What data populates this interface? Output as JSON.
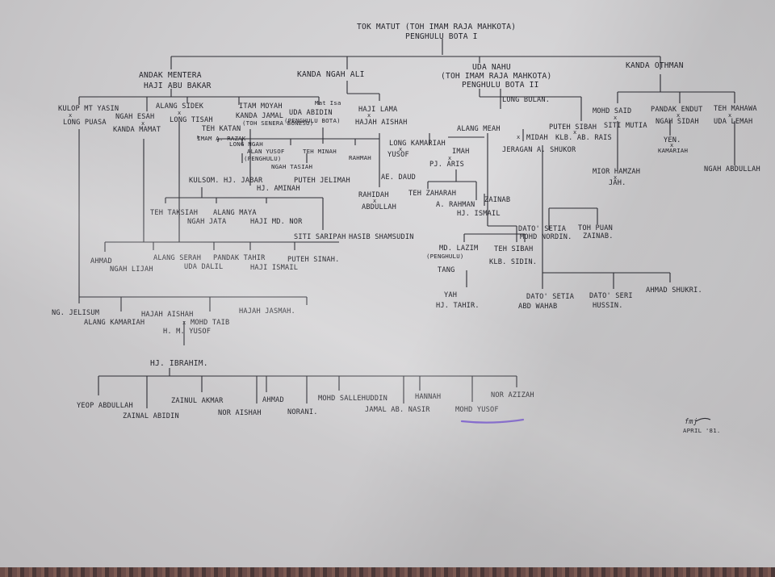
{
  "root": {
    "line1": "TOK MATUT (TOH IMAM RAJA MAHKOTA)",
    "line2": "PENGHULU BOTA I"
  },
  "gen1": {
    "andak": {
      "line1": "ANDAK MENTERA",
      "line2": "HAJI ABU BAKAR"
    },
    "kanda_ngah_ali": "KANDA NGAH ALI",
    "uda_nahu": {
      "line1": "UDA NAHU",
      "line2": "(TOH IMAM RAJA MAHKOTA)",
      "line3": "PENGHULU BOTA II"
    },
    "kanda_othman": "KANDA OTHMAN"
  },
  "andak_children": {
    "kulop": "KULOP MT YASIN",
    "long_pusa": "LONG PUASA",
    "ngah_esah": "NGAH ESAH",
    "kanda_mamat": "KANDA MAMAT",
    "alang_sidek": "ALANG SIDEK",
    "long_tisah": "LONG TISAH",
    "teh_katan": "TEH KATAN",
    "itam_moyah": "ITAM MOYAH",
    "kanda_jamal": "KANDA JAMAL",
    "toh_senera": "(TOH SENERA BONESU)",
    "uda_abidin": "UDA ABIDIN",
    "penghulu_bota": "(PENGHULU BOTA)",
    "mat_isa": "Mat Isa"
  },
  "alang_sidek_children": {
    "imam_a_razak": "IMAM A. RAZAK",
    "long_ngah": "LONG NGAH",
    "alan_yusof": "ALAN YUSOF",
    "penghulu": "(PENGHULU)",
    "teh_minah": "TEH MINAH",
    "rahmah": "RAHMAH",
    "ngah_tasiah": "NGAH TASIAH"
  },
  "kulsom": {
    "kulsom": "KULSOM. HJ. JABAR",
    "puteh": "PUTEH JELIMAH",
    "hj_aminah": "HJ. AMINAH"
  },
  "teh_row": {
    "teh_taksiah": "TEH TAKSIAH",
    "alang_maya": "ALANG MAYA",
    "ngah_jata": "NGAH JATA",
    "haji_md_nor": "HAJI MD. NOR"
  },
  "siti_row": {
    "siti": "SITI SARIPAH",
    "hasib": "HASIB SHAMSUDIN"
  },
  "ahmad_row": {
    "ahmad": "AHMAD",
    "ngah_lijah": "NGAH LIJAH",
    "alang_serah": "ALANG SERAH",
    "uda_dalil": "UDA DALIL",
    "pandak_tahir": "PANDAK TAHIR",
    "haji_ismail": "HAJI ISMAIL",
    "puteh_sinah": "PUTEH SINAH."
  },
  "ngah_ali_children": {
    "haji_lama": "HAJI LAMA",
    "hajah_aishah": "HAJAH AISHAH",
    "rahidah": "RAHIDAH",
    "abdullah": "ABDULLAH"
  },
  "uda_nahu_children": {
    "long_bulan": "LONG BULAN.",
    "alang_meah": "ALANG MEAH",
    "midah": "MIDAH",
    "jeragan": "JERAGAN A. SHUKOR",
    "puteh_sibah": "PUTEH SIBAH",
    "klb_rais": "KLB. AB. RAIS",
    "long_kamariah": "LONG KAMARIAH",
    "yusof": "YUSOF",
    "imah": "IMAH",
    "pj_aris": "PJ. ARIS",
    "ae_daud": "AE. DAUD",
    "teh_zaharah": "TEH ZAHARAH",
    "a_rahman": "A. RAHMAN",
    "zainab": "ZAINAB",
    "hj_ismail": "HJ. ISMAIL"
  },
  "alang_meah_children": {
    "dato_setia_md": "DATO' SETIA",
    "mohd_nordin": "MOHD NORDIN.",
    "toh_puan": "TOH PUAN",
    "toh_puan2": "ZAINAB.",
    "md_lazim": "MD. LAZIM",
    "penghulu": "(PENGHULU)",
    "tang": "TANG",
    "teh_sibah": "TEH SIBAH",
    "klb_sidin": "KLB. SIDIN.",
    "yah": "YAH",
    "hj_tahir": "HJ. TAHIR."
  },
  "dato_row": {
    "dato_setia": "DATO' SETIA",
    "abd_wahab": "ABD WAHAB",
    "dato_seri": "DATO' SERI",
    "hussin": "HUSSIN.",
    "ahmad_shukri": "AHMAD SHUKRI."
  },
  "othman_children": {
    "mohd_said": "MOHD SAID",
    "siti_mutia": "SITI MUTIA",
    "pandak_endut": "PANDAK ENDUT",
    "ngah_sidah": "NGAH SIDAH",
    "teh_mahawa": "TEH MAHAWA",
    "uda_lemah": "UDA LEMAH",
    "yen": "YEN.",
    "kamariah": "KAMARIAH",
    "mior_hamzah": "MIOR HAMZAH",
    "jah": "JAH.",
    "ngah_abdullah": "NGAH ABDULLAH"
  },
  "gen4": {
    "ng_jelisum": "NG. JELISUM",
    "alang_kamariah": "ALANG KAMARIAH",
    "hajah_aishah": "HAJAH AISHAH",
    "mohd_taib": "MOHD TAIB",
    "hm_yusof": "H. M. YUSOF",
    "hajah_jasmah": "HAJAH JASMAH."
  },
  "hj_ibrahim": "HJ. IBRAHIM.",
  "last_row": {
    "yeop": "YEOP ABDULLAH",
    "zainal": "ZAINAL ABIDIN",
    "zainul": "ZAINUL AKMAR",
    "nor_aishah": "NOR AISHAH",
    "ahmad": "AHMAD",
    "norani": "NORANI.",
    "mohd_salehuddin": "MOHD SALLEHUDDIN",
    "jamal": "JAMAL AB. NASIR",
    "hannah": "HANNAH",
    "mohd_yusof": "MOHD YUSOF",
    "nor_azizah": "NOR AZIZAH"
  },
  "signature": {
    "initials": "fmj",
    "date": "APRIL '81."
  },
  "marriage_mark": "x",
  "colors": {
    "ink": "#26262d",
    "underline": "#7a5bd1",
    "paper": "#d1d0d2"
  }
}
